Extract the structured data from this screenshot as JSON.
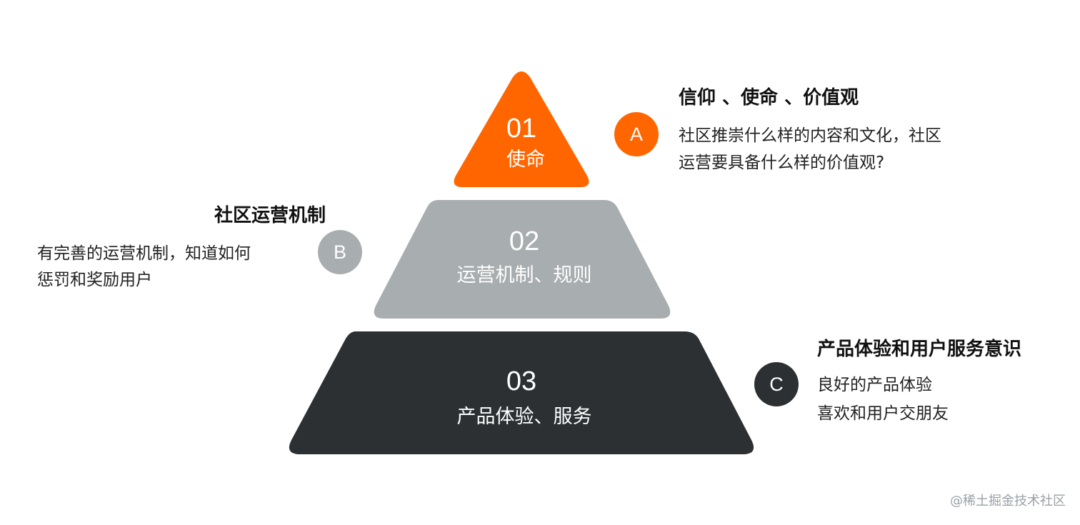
{
  "colors": {
    "level_1": "#ff6600",
    "level_2": "#a8adaf",
    "level_3": "#2c3033"
  },
  "levels": [
    {
      "number": "01",
      "label": "使命"
    },
    {
      "number": "02",
      "label": "运营机制、规则"
    },
    {
      "number": "03",
      "label": "产品体验、服务"
    }
  ],
  "annotations": [
    {
      "badge": "A",
      "heading": "信仰 、使命 、价值观",
      "lines": [
        "社区推崇什么样的内容和文化，社区",
        "运营要具备什么样的价值观?"
      ]
    },
    {
      "badge": "B",
      "heading": "社区运营机制",
      "lines": [
        "有完善的运营机制，知道如何",
        "惩罚和奖励用户"
      ]
    },
    {
      "badge": "C",
      "heading": "产品体验和用户服务意识",
      "lines": [
        "良好的产品体验",
        "喜欢和用户交朋友"
      ]
    }
  ],
  "watermark": "@稀土掘金技术社区"
}
